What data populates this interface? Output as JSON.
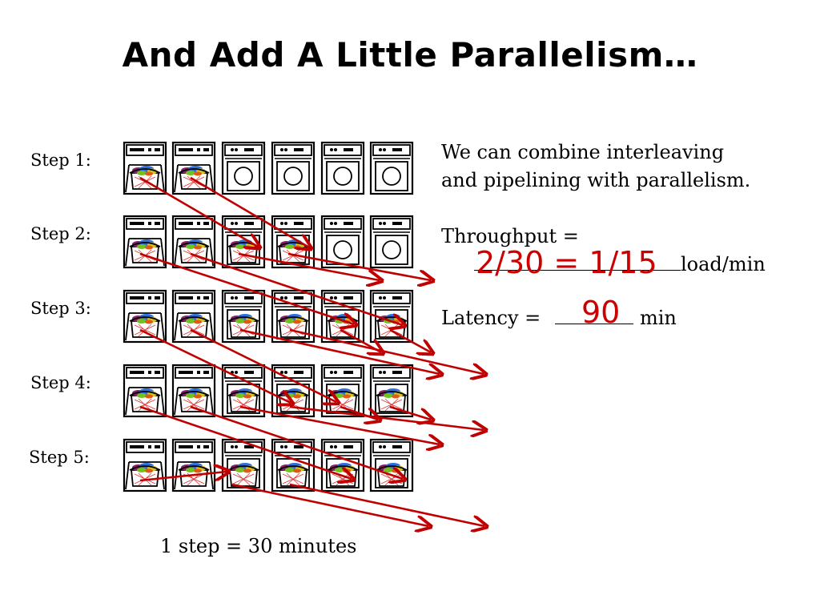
{
  "slide": {
    "title": "And Add A Little Parallelism…",
    "steps": [
      {
        "label": "Step 1:",
        "machines": [
          "dryer-loaded",
          "dryer-loaded",
          "washer-empty",
          "washer-empty",
          "washer-empty",
          "washer-empty"
        ]
      },
      {
        "label": "Step 2:",
        "machines": [
          "dryer-loaded",
          "dryer-loaded",
          "washer-loaded",
          "washer-loaded",
          "washer-empty",
          "washer-empty"
        ]
      },
      {
        "label": "Step 3:",
        "machines": [
          "dryer-loaded",
          "dryer-loaded",
          "washer-loaded",
          "washer-loaded",
          "washer-loaded",
          "washer-loaded"
        ]
      },
      {
        "label": "Step 4:",
        "machines": [
          "dryer-loaded",
          "dryer-loaded",
          "washer-loaded",
          "washer-loaded",
          "washer-loaded",
          "washer-loaded"
        ]
      },
      {
        "label": "Step 5:",
        "machines": [
          "dryer-loaded",
          "dryer-loaded",
          "washer-loaded",
          "washer-loaded",
          "washer-loaded",
          "washer-loaded"
        ]
      }
    ],
    "caption": "1 step = 30 minutes",
    "description_line1": "We can combine interleaving",
    "description_line2": "and pipelining with parallelism.",
    "throughput_label": "Throughput =",
    "throughput_unit": "load/min",
    "throughput_answer": "2/30 = 1/15",
    "latency_label": "Latency =",
    "latency_unit": "min",
    "latency_answer": "90",
    "colors": {
      "arrow": "#c00000",
      "answer": "#cc0000"
    },
    "icons": {
      "dryer": "dryer-with-laundry-icon",
      "washer": "washing-machine-icon",
      "arrow": "red-arrow"
    }
  }
}
